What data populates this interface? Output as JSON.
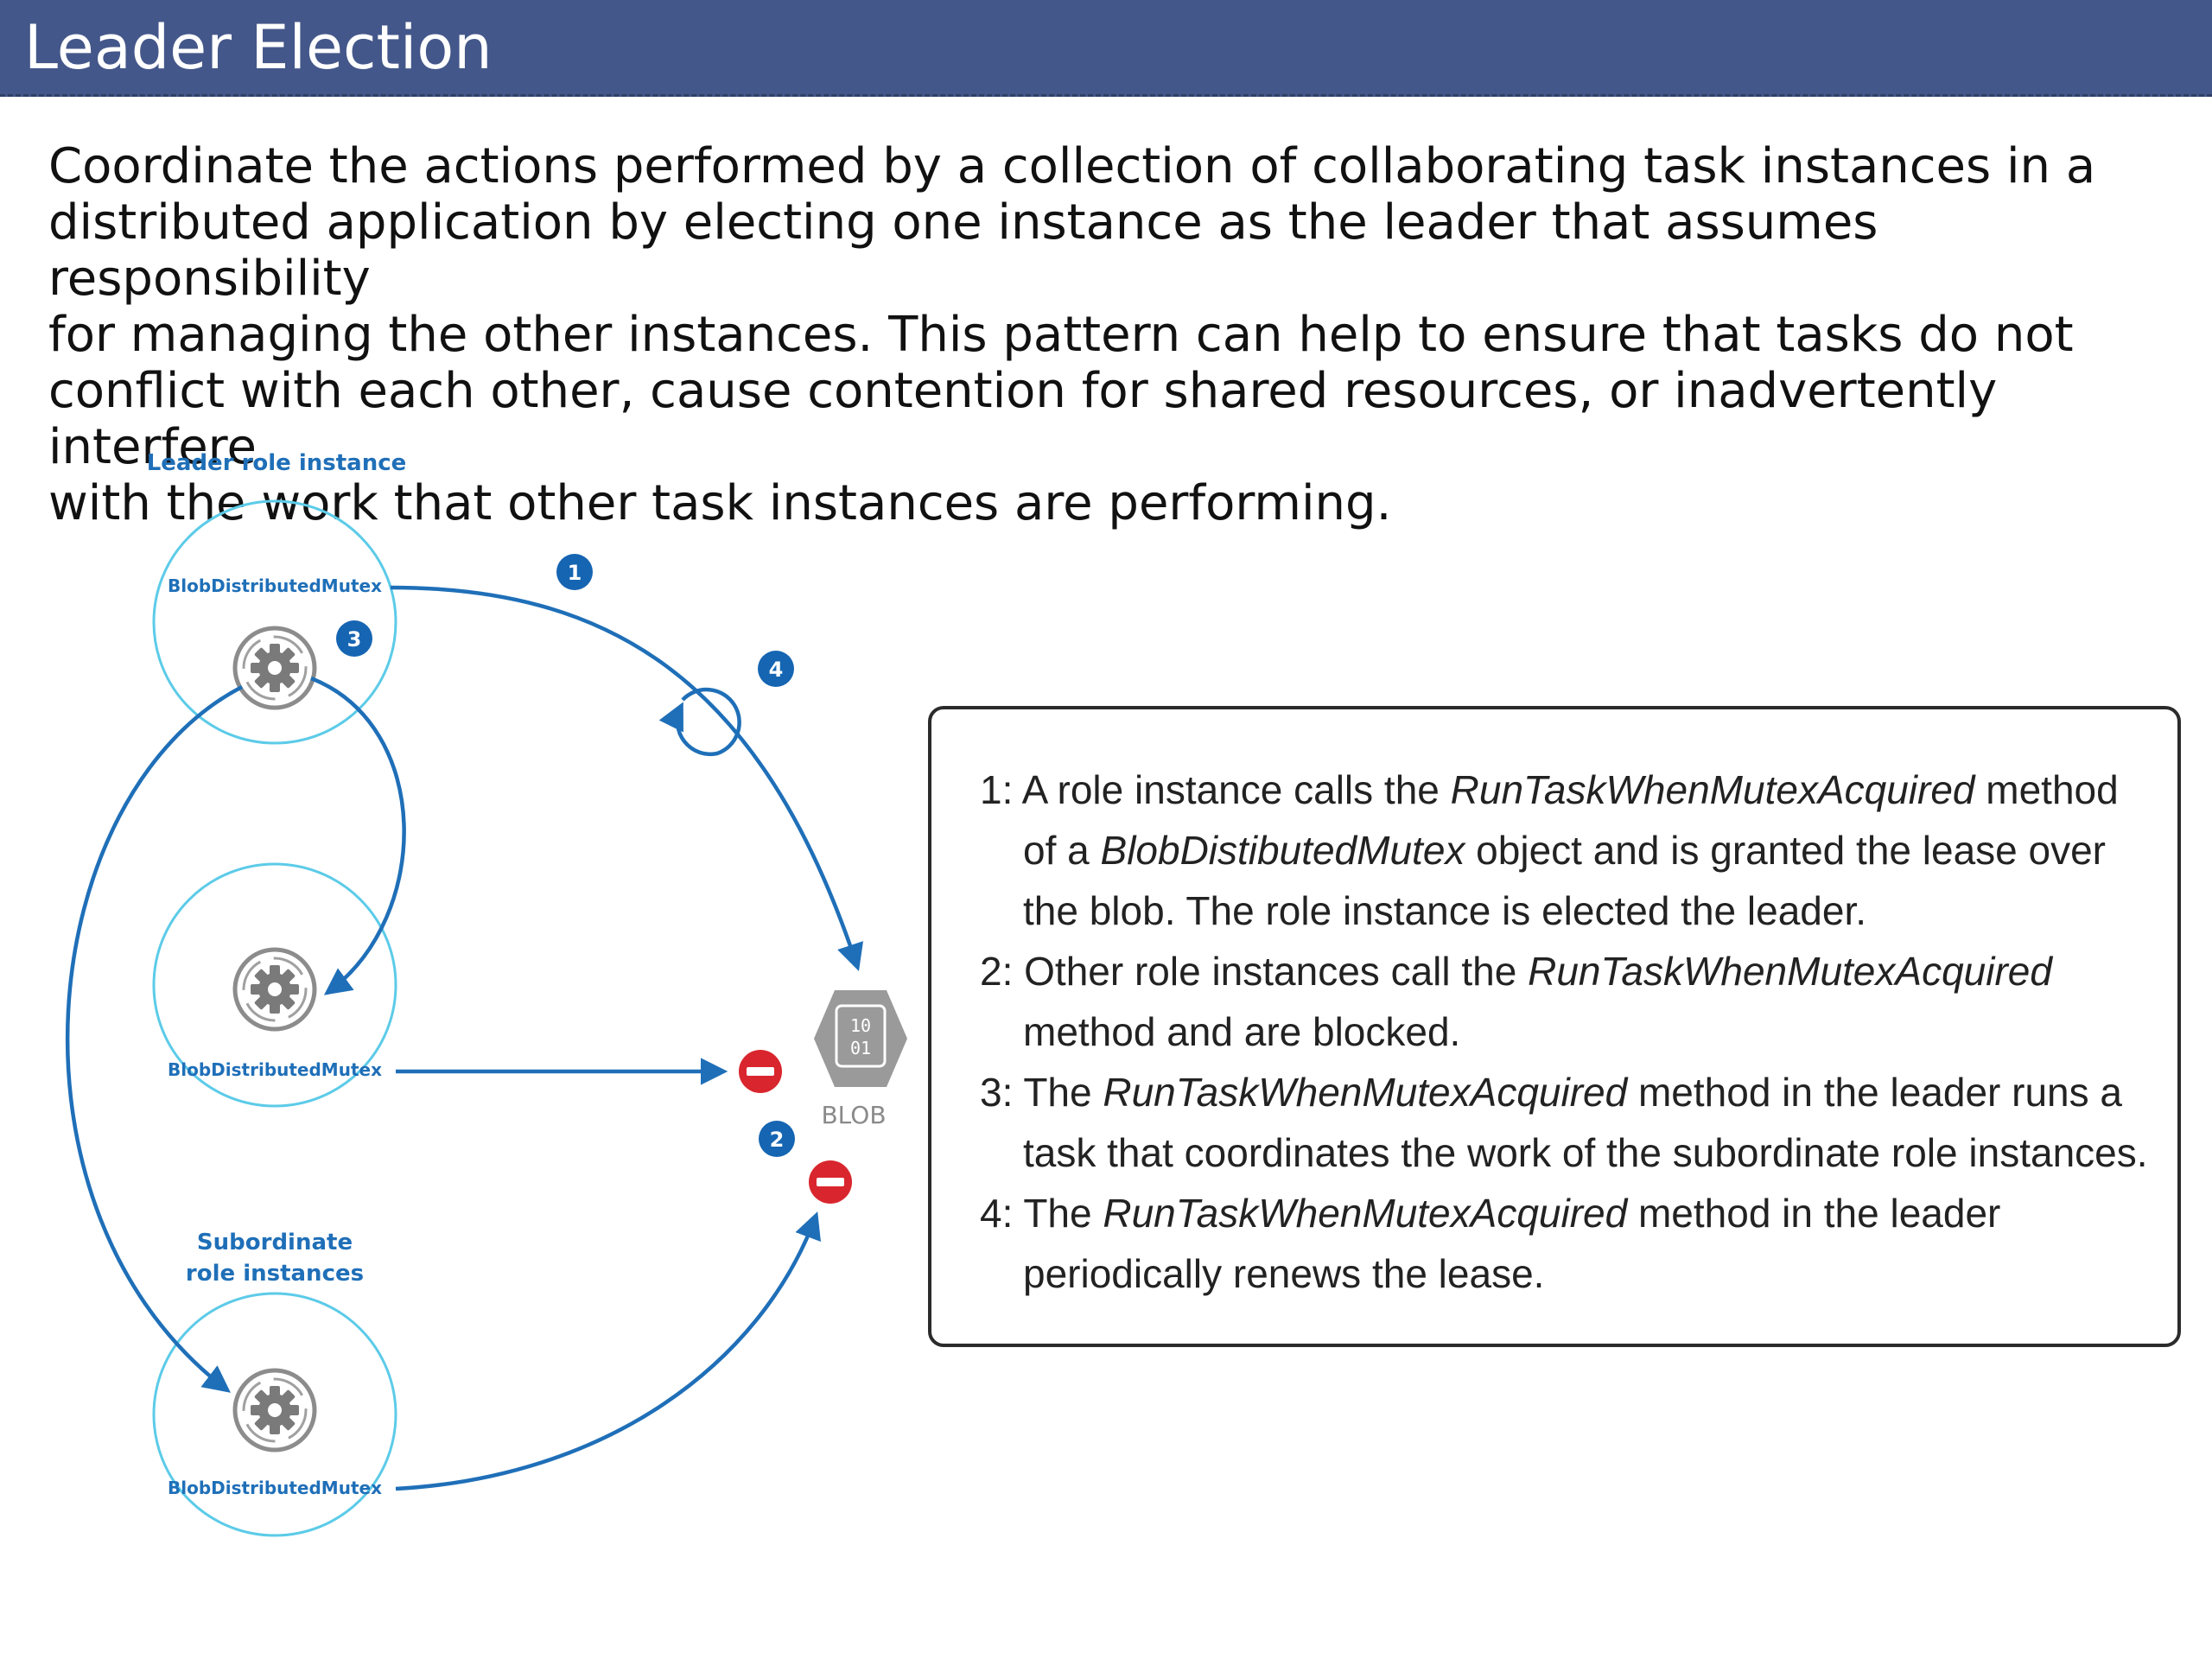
{
  "title": "Leader Election",
  "description": "Coordinate the actions performed by a collection of collaborating task instances in a\ndistributed application by electing one instance as the leader that assumes responsibility\nfor managing the other instances. This pattern can help to ensure that tasks do not\nconflict with each other, cause contention for shared resources, or inadvertently interfere\nwith the work that other task instances are performing.",
  "diagram": {
    "leader_label": "Leader role instance",
    "subordinate_label_line1": "Subordinate",
    "subordinate_label_line2": "role instances",
    "mutex_label": "BlobDistributedMutex",
    "blob_label": "BLOB",
    "blob_bits_line1": "10",
    "blob_bits_line2": "01",
    "badges": [
      "1",
      "2",
      "3",
      "4"
    ],
    "colors": {
      "arrow": "#1f6fb8",
      "circle": "#5ccbe8",
      "badge": "#1565b2",
      "blocked": "#d9262e",
      "blob": "#9a9a9a"
    },
    "icons": [
      "gear-icon",
      "blob-icon",
      "blocked-icon",
      "refresh-loop-icon"
    ]
  },
  "legend": {
    "items": [
      {
        "prefix": "1: A role instance calls the ",
        "method": "RunTaskWhenMutexAcquired",
        "middle": " method of a ",
        "object": "BlobDistibutedMutex",
        "suffix": " object and is granted the lease over the blob. The role instance is elected the leader."
      },
      {
        "prefix": "2: Other role instances call the ",
        "method": "RunTaskWhenMutexAcquired",
        "suffix": " method and are blocked."
      },
      {
        "prefix": "3: The ",
        "method": "RunTaskWhenMutexAcquired",
        "suffix": " method in the leader runs a task that coordinates the work of the subordinate role instances."
      },
      {
        "prefix": "4: The ",
        "method": "RunTaskWhenMutexAcquired",
        "suffix": " method in the leader periodically renews the lease."
      }
    ]
  }
}
